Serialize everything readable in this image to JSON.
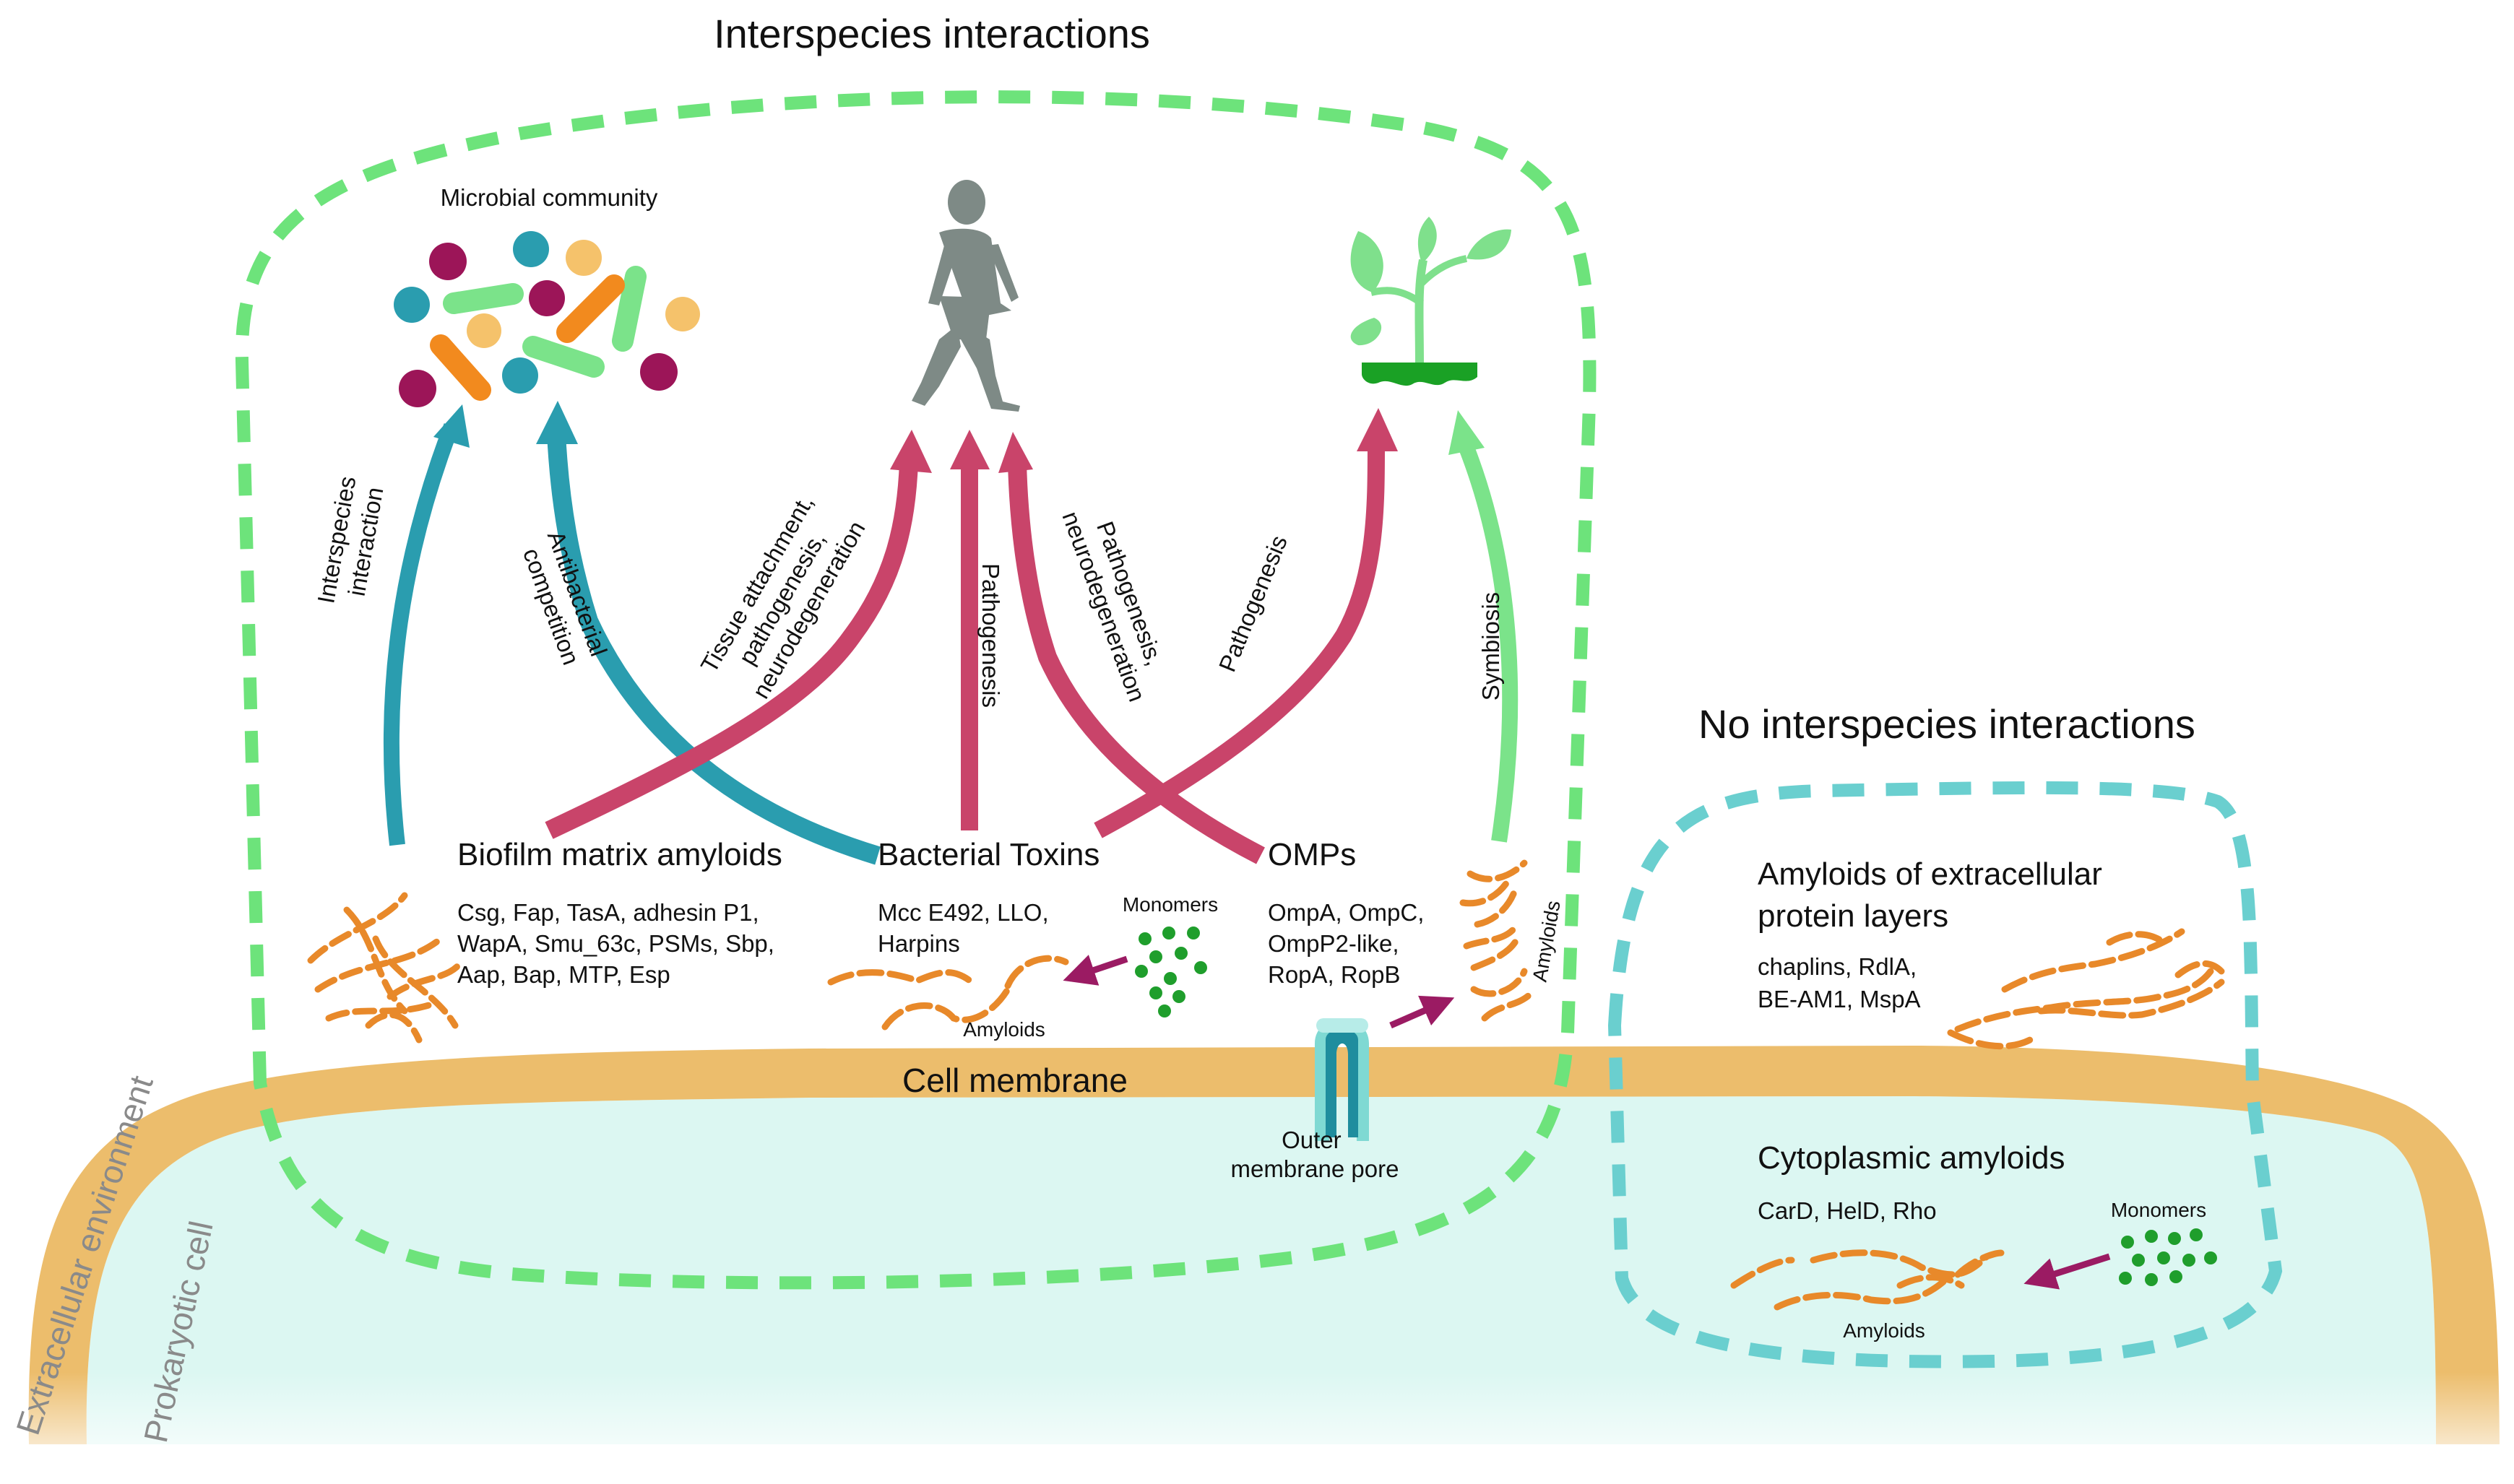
{
  "titles": {
    "interspecies": "Interspecies interactions",
    "no_interspecies": "No interspecies interactions"
  },
  "targets": {
    "microbial_community": "Microbial community"
  },
  "arrows": {
    "interspecies_interaction": [
      "Interspecies",
      "interaction"
    ],
    "antibacterial_competition": [
      "Antibacterial",
      "competition"
    ],
    "tissue_attachment": [
      "Tissue attachment,",
      "pathogenesis,",
      "neurodegeneration"
    ],
    "pathogenesis_toxins": [
      "Pathogenesis"
    ],
    "pathogenesis_neuro": [
      "Pathogenesis,",
      "neurodegeneration"
    ],
    "pathogenesis_plant": [
      "Pathogenesis"
    ],
    "symbiosis": [
      "Symbiosis"
    ]
  },
  "groups": {
    "biofilm": {
      "title": "Biofilm matrix amyloids",
      "items": [
        "Csg, Fap, TasA, adhesin P1,",
        "WapA, Smu_63c, PSMs, Sbp,",
        "Aap, Bap, MTP, Esp"
      ]
    },
    "toxins": {
      "title": "Bacterial Toxins",
      "items": [
        "Mcc E492, LLO,",
        "Harpins"
      ],
      "monomers": "Monomers",
      "amyloids": "Amyloids"
    },
    "omps": {
      "title": "OMPs",
      "items": [
        "OmpA, OmpC,",
        "OmpP2-like,",
        "RopA, RopB"
      ],
      "amyloids": "Amyloids"
    },
    "extracellular_layers": {
      "title": [
        "Amyloids of extracellular",
        "protein layers"
      ],
      "items": [
        "chaplins, RdlA,",
        "BE-AM1, MspA"
      ]
    },
    "cytoplasmic": {
      "title": "Cytoplasmic amyloids",
      "items": [
        "CarD, HelD, Rho"
      ],
      "monomers": "Monomers",
      "amyloids": "Amyloids"
    }
  },
  "membrane": {
    "label": "Cell membrane",
    "pore_label": [
      "Outer",
      "membrane pore"
    ]
  },
  "side_labels": {
    "extracellular": "Extracellular environment",
    "prokaryotic": "Prokaryotic cell"
  },
  "colors": {
    "green_dash": "#6de37b",
    "teal_dash": "#6acfcf",
    "teal_arrow": "#2a9daf",
    "pink_arrow": "#c9446a",
    "light_green_arrow": "#7be38a",
    "membrane": "#ecbd6c",
    "cytoplasm": "#dcf7f2",
    "amyloid_orange": "#e8892a",
    "monomer_green": "#1f9e2c",
    "purple_arrow": "#9b1b63",
    "person_gray": "#7e8a86",
    "plant_green": "#7fe08c",
    "soil_green": "#1aa125"
  }
}
